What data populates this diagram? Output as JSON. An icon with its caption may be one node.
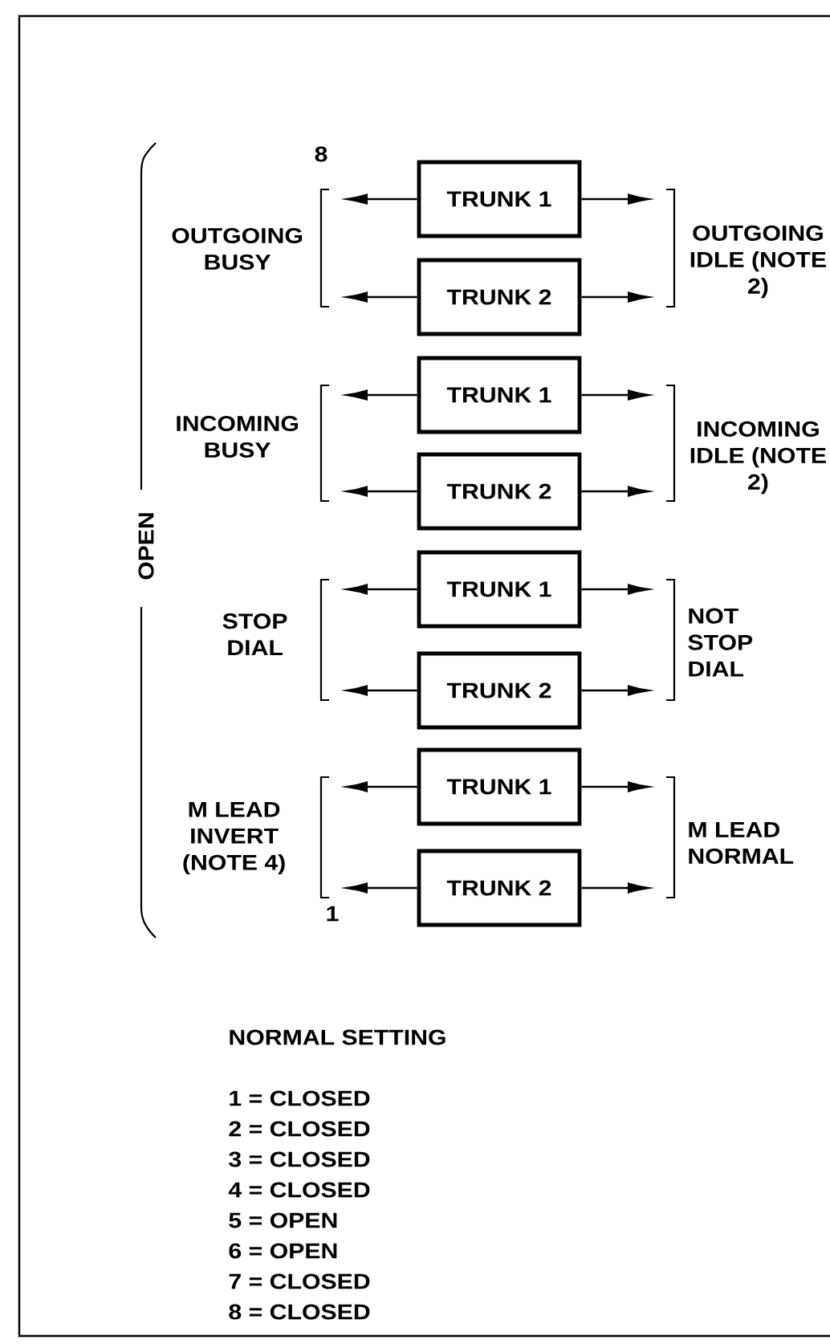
{
  "diagram": {
    "nodes": [
      {
        "text": [
          "TRUNK 1"
        ]
      },
      {
        "text": [
          "TRUNK 2"
        ]
      },
      {
        "text": [
          "OUTGOING BUSY"
        ]
      },
      {
        "text": [
          "OUTGOING IDLE (NOTE 2)"
        ]
      },
      {
        "text": [
          "TRUNK 1"
        ]
      },
      {
        "text": [
          "TRUNK 2"
        ]
      },
      {
        "text": [
          "INCOMING BUSY"
        ]
      },
      {
        "text": [
          "INCOMING IDLE (NOTE 2)"
        ]
      },
      {
        "text": [
          "TRUNK 1"
        ]
      },
      {
        "text": [
          "TRUNK 2"
        ]
      },
      {
        "text": [
          "STOP DIAL"
        ]
      },
      {
        "text": [
          "NOT STOP DIAL"
        ]
      },
      {
        "text": [
          "TRUNK 1"
        ]
      },
      {
        "text": [
          "TRUNK 2"
        ]
      },
      {
        "text": [
          "M LEAD INVERT (NOTE 4)"
        ]
      },
      {
        "text": [
          "M LEAD NORMAL"
        ]
      }
    ],
    "edges": [
      {
        "from": 0,
        "to": 2,
        "arrow": "to"
      },
      {
        "from": 0,
        "to": 3,
        "arrow": "to"
      },
      {
        "from": 1,
        "to": 2,
        "arrow": "to"
      },
      {
        "from": 1,
        "to": 3,
        "arrow": "to"
      },
      {
        "from": 4,
        "to": 6,
        "arrow": "to"
      },
      {
        "from": 4,
        "to": 7,
        "arrow": "to"
      },
      {
        "from": 5,
        "to": 6,
        "arrow": "to"
      },
      {
        "from": 5,
        "to": 7,
        "arrow": "to"
      },
      {
        "from": 8,
        "to": 10,
        "arrow": "to"
      },
      {
        "from": 8,
        "to": 11,
        "arrow": "to"
      },
      {
        "from": 9,
        "to": 10,
        "arrow": "to"
      },
      {
        "from": 9,
        "to": 11,
        "arrow": "to"
      },
      {
        "from": 12,
        "to": 14,
        "arrow": "to"
      },
      {
        "from": 12,
        "to": 15,
        "arrow": "to"
      },
      {
        "from": 13,
        "to": 14,
        "arrow": "to"
      },
      {
        "from": 13,
        "to": 15,
        "arrow": "to"
      }
    ],
    "labels": [
      "8",
      "OPEN",
      "1",
      "NORMAL SETTING",
      "1 = CLOSED",
      "2 = CLOSED",
      "3 = CLOSED",
      "4 = CLOSED",
      "5 = OPEN",
      "6 = OPEN",
      "7 = CLOSED",
      "8 = CLOSED"
    ]
  }
}
